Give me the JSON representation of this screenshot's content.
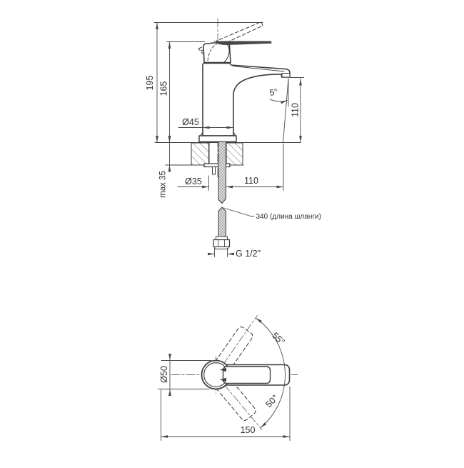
{
  "drawing": {
    "subject": "basin single-lever faucet technical drawing",
    "front_view": {
      "labels": {
        "height_total": "195",
        "height_to_lever": "165",
        "body_diameter": "Ø45",
        "stream_angle": "5°",
        "spout_height": "110",
        "mount_thickness": "max 35",
        "shank_diameter": "Ø35",
        "spout_reach": "110",
        "hose_length_note": "340 (длина шланги)",
        "connection_thread": "G 1/2\""
      }
    },
    "top_view": {
      "labels": {
        "handle_angle_up": "55°",
        "handle_angle_down": "50°",
        "base_diameter": "Ø50",
        "total_length": "150"
      }
    },
    "line_color": "#3c3c3c",
    "dim_color": "#4a4a4a"
  }
}
